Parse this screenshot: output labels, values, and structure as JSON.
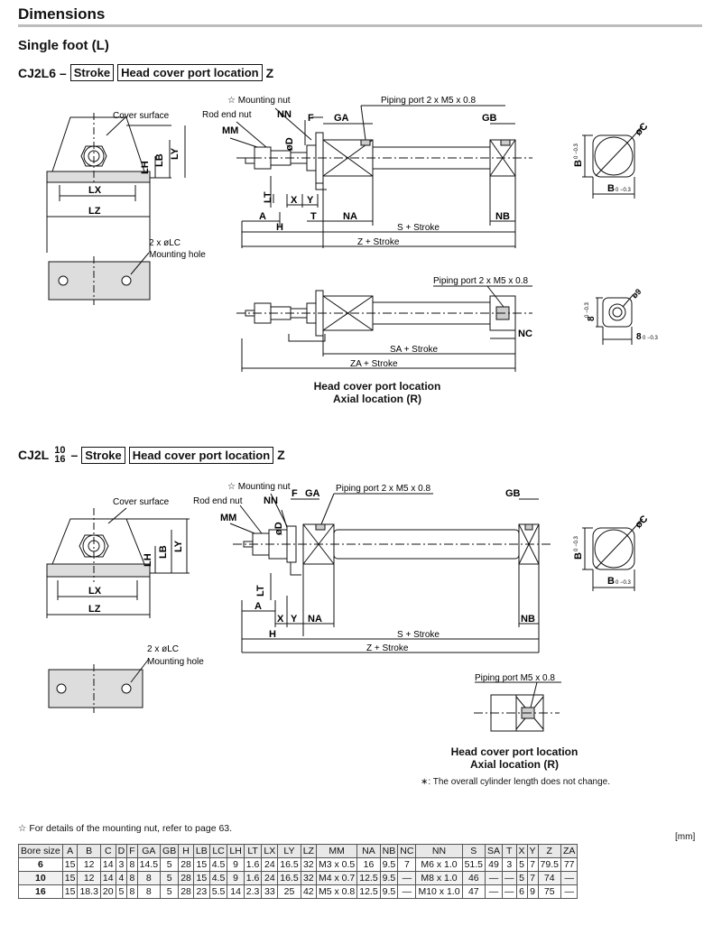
{
  "title": "Dimensions",
  "section": "Single foot (L)",
  "model1": {
    "prefix": "CJ2L6 –",
    "stroke": "Stroke",
    "port": "Head cover port location",
    "suffix": "Z"
  },
  "model2": {
    "prefix": "CJ2L",
    "bore_top": "10",
    "bore_bottom": "16",
    "dash": "–",
    "stroke": "Stroke",
    "port": "Head cover port location",
    "suffix": "Z"
  },
  "drawing1": {
    "cover_surface": "Cover surface",
    "lh": "LH",
    "lb": "LB",
    "ly": "LY",
    "lx": "LX",
    "lz": "LZ",
    "mounting_nut": "☆ Mounting nut",
    "rod_end_nut": "Rod end nut",
    "mm": "MM",
    "nn": "NN",
    "f": "F",
    "ga": "GA",
    "gb": "GB",
    "od": "øD",
    "piping": "Piping port 2 x M5 x 0.8",
    "lt": "LT",
    "x": "X",
    "y": "Y",
    "a": "A",
    "t": "T",
    "na": "NA",
    "nb": "NB",
    "h": "H",
    "s_stroke": "S + Stroke",
    "z_stroke": "Z + Stroke",
    "oc": "øC",
    "b_left": "B",
    "b_left_tol": "0 −0.3",
    "b_bottom": "B",
    "b_bottom_tol": "0 −0.3",
    "lc": "2 x øLC",
    "mounting_hole": "Mounting hole"
  },
  "drawing2": {
    "piping": "Piping port 2 x M5 x 0.8",
    "nc": "NC",
    "sa_stroke": "SA + Stroke",
    "za_stroke": "ZA + Stroke",
    "o9": "ø9",
    "b8_left": "8",
    "b8_left_tol": "0 −0.3",
    "b8_bottom": "8",
    "b8_bottom_tol": "0 −0.3",
    "caption1": "Head cover port location",
    "caption2": "Axial location (R)"
  },
  "drawing3": {
    "cover_surface": "Cover surface",
    "lh": "LH",
    "lb": "LB",
    "ly": "LY",
    "lx": "LX",
    "lz": "LZ",
    "mounting_nut": "☆ Mounting nut",
    "rod_end_nut": "Rod end nut",
    "mm": "MM",
    "nn": "NN",
    "f": "F",
    "ga": "GA",
    "gb": "GB",
    "od": "øD",
    "piping": "Piping port 2 x M5 x 0.8",
    "lt": "LT",
    "a": "A",
    "x": "X",
    "y": "Y",
    "na": "NA",
    "nb": "NB",
    "h": "H",
    "s_stroke": "S + Stroke",
    "z_stroke": "Z + Stroke",
    "oc": "øC",
    "b_left": "B",
    "b_left_tol": "0 −0.3",
    "b_bottom": "B",
    "b_bottom_tol": "0 −0.3",
    "lc": "2 x øLC",
    "mounting_hole": "Mounting hole"
  },
  "drawing4": {
    "piping": "Piping port M5 x 0.8",
    "caption1": "Head cover port location",
    "caption2": "Axial location (R)",
    "note": "∗: The overall cylinder length does not change."
  },
  "footnote": "☆ For details of the mounting nut, refer to page 63.",
  "unit": "[mm]",
  "table": {
    "headers": [
      "Bore size",
      "A",
      "B",
      "C",
      "D",
      "F",
      "GA",
      "GB",
      "H",
      "LB",
      "LC",
      "LH",
      "LT",
      "LX",
      "LY",
      "LZ",
      "MM",
      "NA",
      "NB",
      "NC",
      "NN",
      "S",
      "SA",
      "T",
      "X",
      "Y",
      "Z",
      "ZA"
    ],
    "rows": [
      [
        "6",
        "15",
        "12",
        "14",
        "3",
        "8",
        "14.5",
        "5",
        "28",
        "15",
        "4.5",
        "9",
        "1.6",
        "24",
        "16.5",
        "32",
        "M3 x 0.5",
        "16",
        "9.5",
        "7",
        "M6 x 1.0",
        "51.5",
        "49",
        "3",
        "5",
        "7",
        "79.5",
        "77"
      ],
      [
        "10",
        "15",
        "12",
        "14",
        "4",
        "8",
        "8",
        "5",
        "28",
        "15",
        "4.5",
        "9",
        "1.6",
        "24",
        "16.5",
        "32",
        "M4 x 0.7",
        "12.5",
        "9.5",
        "—",
        "M8 x 1.0",
        "46",
        "—",
        "—",
        "5",
        "7",
        "74",
        "—"
      ],
      [
        "16",
        "15",
        "18.3",
        "20",
        "5",
        "8",
        "8",
        "5",
        "28",
        "23",
        "5.5",
        "14",
        "2.3",
        "33",
        "25",
        "42",
        "M5 x 0.8",
        "12.5",
        "9.5",
        "—",
        "M10 x 1.0",
        "47",
        "—",
        "—",
        "6",
        "9",
        "75",
        "—"
      ]
    ]
  }
}
